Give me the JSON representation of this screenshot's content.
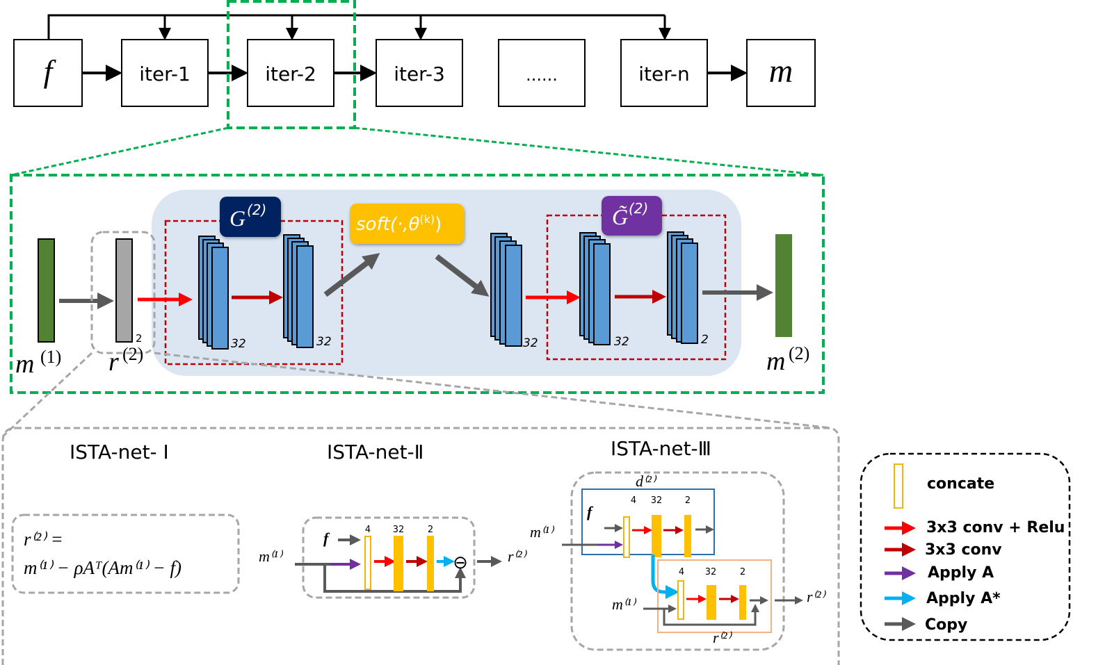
{
  "pipeline": {
    "input_label": "f",
    "output_label": "m",
    "stages": [
      "iter-1",
      "iter-2",
      "iter-3",
      "......",
      "iter-n"
    ],
    "highlighted_stage": "iter-2"
  },
  "iteration_detail": {
    "input_var": "m",
    "input_sup": "(1)",
    "residual_var": "r",
    "residual_sup": "(2)",
    "residual_channels": "2",
    "output_var": "m",
    "output_sup": "(2)",
    "encoder_badge": "G",
    "encoder_badge_sup": "(2)",
    "decoder_badge": "G̃",
    "decoder_badge_sup": "(2)",
    "soft_threshold_label": "soft(·,θ",
    "soft_threshold_sup": "(k)",
    "soft_threshold_close": ")",
    "encoder_channels": [
      "32",
      "32"
    ],
    "middle_channels": "32",
    "decoder_channels": [
      "32",
      "2"
    ]
  },
  "variants": [
    {
      "title": "ISTA-net- Ⅰ",
      "formula_line1": "r⁽²⁾ =",
      "formula_line2": "m⁽¹⁾ − ρAᵀ(Am⁽¹⁾ − f)"
    },
    {
      "title": "ISTA-net-Ⅱ",
      "input": "m⁽¹⁾",
      "f_label": "f",
      "channels": [
        "4",
        "32",
        "2"
      ],
      "minus_symbol": "⊖",
      "output": "r⁽²⁾"
    },
    {
      "title": "ISTA-net-Ⅲ",
      "d_label": "d⁽²⁾",
      "f_label": "f",
      "input_top": "m⁽¹⁾",
      "input_bottom": "m⁽¹⁾",
      "channels_top": [
        "4",
        "32",
        "2"
      ],
      "channels_bottom": [
        "4",
        "32",
        "2"
      ],
      "inner_r_label": "r⁽²⁾",
      "output": "r⁽²⁾"
    }
  ],
  "legend": {
    "items": [
      {
        "label": "concate",
        "icon": "concat-box-icon",
        "color": "#F2B500"
      },
      {
        "label": "3x3 conv + Relu",
        "icon": "arrow-icon",
        "color": "#FF0000"
      },
      {
        "label": "3x3 conv",
        "icon": "arrow-icon",
        "color": "#C00000"
      },
      {
        "label": "Apply A",
        "icon": "arrow-icon",
        "color": "#7030A0"
      },
      {
        "label": "Apply A*",
        "icon": "arrow-icon",
        "color": "#00B0F0"
      },
      {
        "label": "Copy",
        "icon": "arrow-icon",
        "color": "#595959"
      }
    ]
  },
  "colors": {
    "zoom_frame": "#00B050",
    "module_bg": "#DCE6F2",
    "feature_map": "#5B9BD5",
    "input_bar": "#548235",
    "residual_bar": "#A6A6A6",
    "encoder_badge": "#002060",
    "decoder_badge": "#7030A0",
    "soft_box": "#FFC000",
    "red_dashed": "#C00000",
    "conv_bar": "#FFC000"
  }
}
